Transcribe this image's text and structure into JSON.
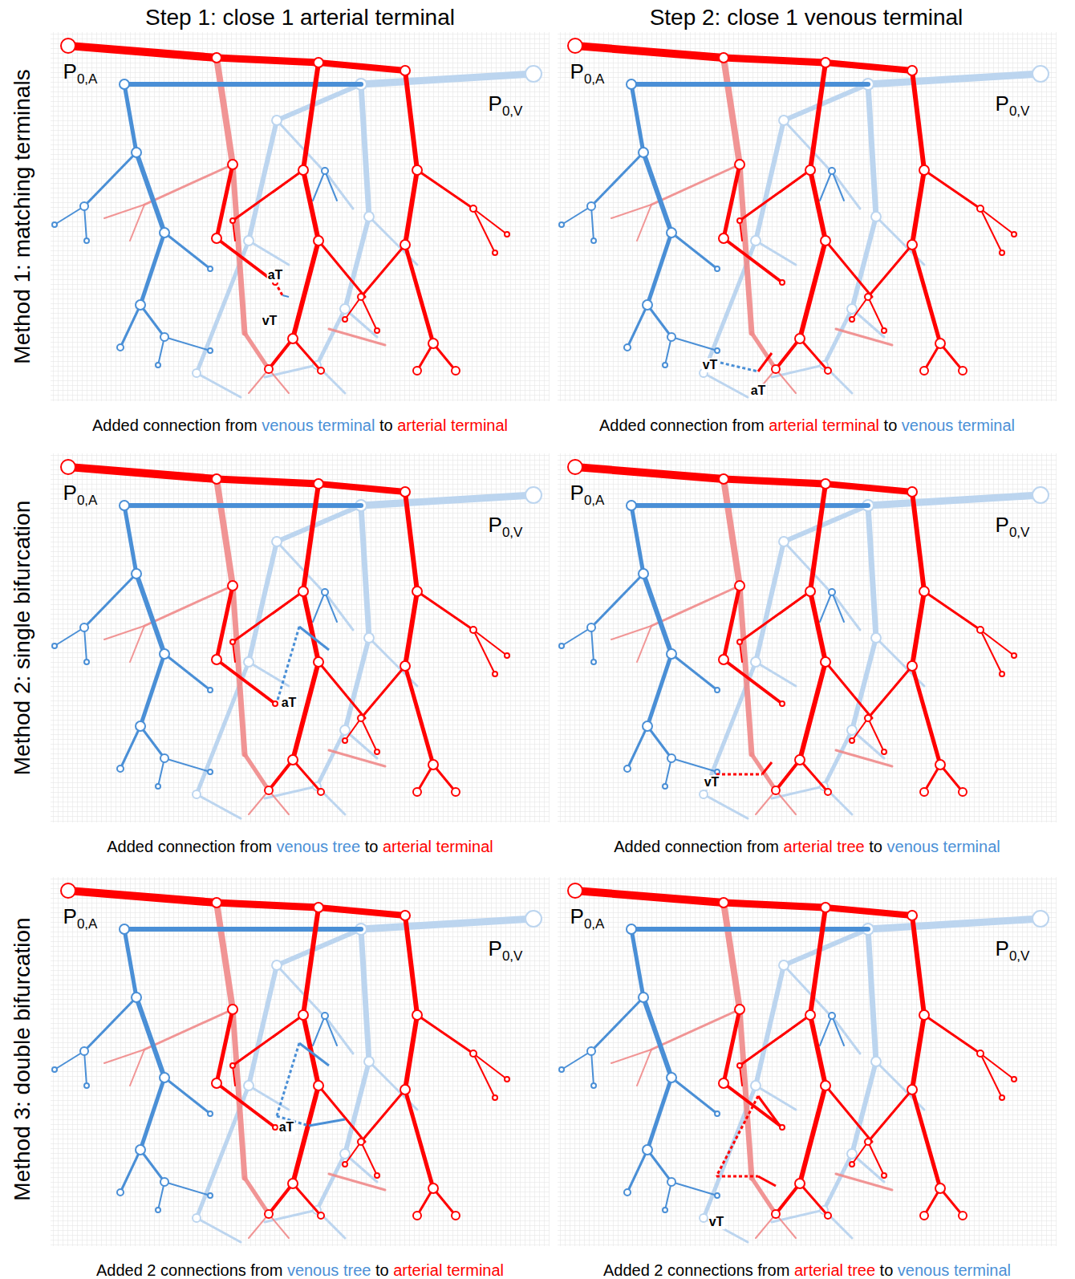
{
  "diagram": {
    "labels": [
      "Step 1: close 1 arterial terminal",
      "Step 2: close 1 venous terminal",
      "Method 1: matching terminals",
      "Method 2: single bifurcation",
      "Method 3: double bifurcation",
      "P0,A",
      "P0,V",
      "aT",
      "vT",
      "Added connection from venous terminal to arterial terminal",
      "P0,A",
      "P0,V",
      "vT",
      "aT",
      "Added connection from arterial terminal to venous terminal",
      "P0,A",
      "P0,V",
      "aT",
      "Added connection from venous tree to arterial terminal",
      "P0,A",
      "P0,V",
      "vT",
      "Added connection from arterial tree to venous terminal",
      "P0,A",
      "P0,V",
      "aT",
      "Added 2 connections from venous tree to arterial terminal",
      "P0,A",
      "P0,V",
      "vT",
      "Added 2 connections from arterial tree to venous terminal"
    ]
  }
}
